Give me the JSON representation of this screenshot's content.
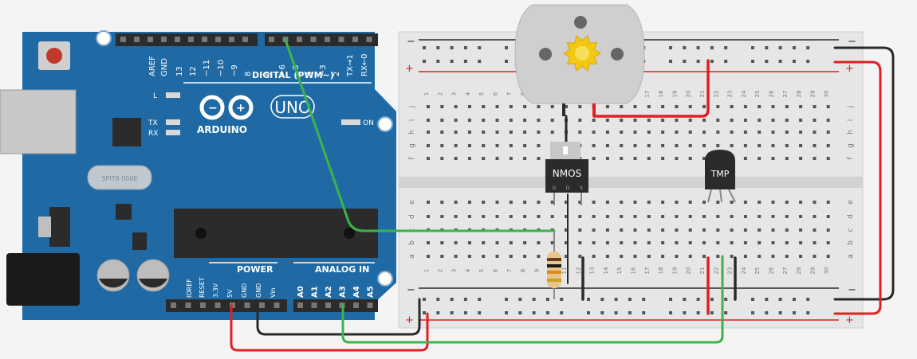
{
  "arduino": {
    "brand": "ARDUINO",
    "model": "UNO",
    "on_label": "ON",
    "l_label": "L",
    "tx_label": "TX",
    "rx_label": "RX",
    "digital_label": "DIGITAL (PWM~)",
    "power_label": "POWER",
    "analog_label": "ANALOG IN",
    "crystal_label": "SPIT6 000E",
    "digital_pins": [
      "AREF",
      "GND",
      "13",
      "12",
      "~11",
      "~10",
      "~9",
      "8",
      "7",
      "~6",
      "~5",
      "4",
      "~3",
      "2",
      "TX→1",
      "RX←0"
    ],
    "power_pins": [
      "IOREF",
      "RESET",
      "3.3V",
      "5V",
      "GND",
      "GND",
      "Vin"
    ],
    "analog_pins": [
      "A0",
      "A1",
      "A2",
      "A3",
      "A4",
      "A5"
    ],
    "board_color": "#1f6aa5"
  },
  "breadboard": {
    "column_numbers": [
      "1",
      "2",
      "3",
      "4",
      "5",
      "6",
      "7",
      "8",
      "9",
      "10",
      "11",
      "12",
      "13",
      "14",
      "15",
      "16",
      "17",
      "18",
      "19",
      "20",
      "21",
      "22",
      "23",
      "24",
      "25",
      "26",
      "27",
      "28",
      "29",
      "30"
    ],
    "rows_top": [
      "j",
      "i",
      "h",
      "g",
      "f"
    ],
    "rows_bottom": [
      "e",
      "d",
      "c",
      "b",
      "a"
    ],
    "rail_plus": "+",
    "rail_minus": "−"
  },
  "components": {
    "nmos_label": "NMOS",
    "nmos_pins": [
      "G",
      "D",
      "S"
    ],
    "tmp_label": "TMP"
  },
  "colors": {
    "wire_red": "#e02020",
    "wire_black": "#2a2a2a",
    "wire_green": "#3cb44b",
    "motor_gear": "#f2c811"
  }
}
